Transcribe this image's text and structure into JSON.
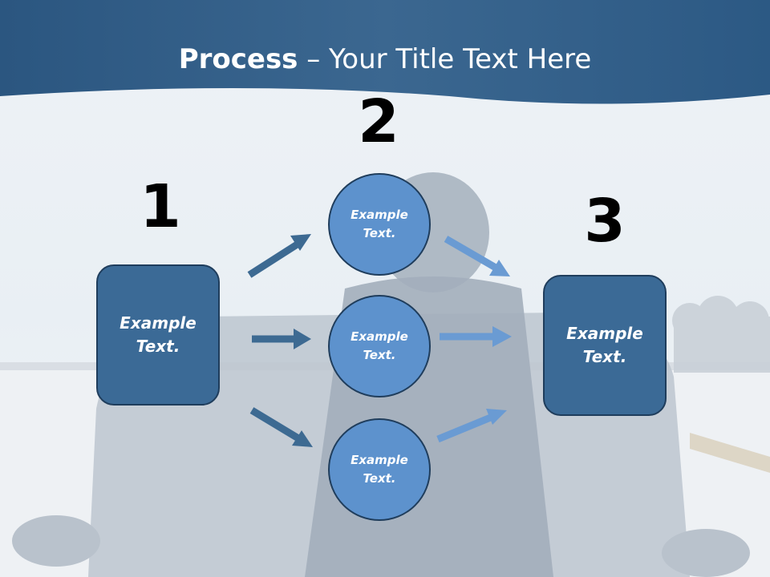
{
  "title": {
    "bold": "Process",
    "rest": " – Your Title Text Here"
  },
  "colors": {
    "header": "#2c5a85",
    "box_fill": "#3b6a96",
    "circle_fill": "#5d92cd",
    "arrow_dark": "#3d6a92",
    "arrow_light": "#6a9bd3",
    "border": "#1f3d5c"
  },
  "steps": {
    "one": {
      "number": "1",
      "box_text": "Example\nText."
    },
    "two": {
      "number": "2",
      "circles": [
        {
          "text": "Example\nText."
        },
        {
          "text": "Example\nText."
        },
        {
          "text": "Example\nText."
        }
      ]
    },
    "three": {
      "number": "3",
      "box_text": "Example\nText."
    }
  }
}
